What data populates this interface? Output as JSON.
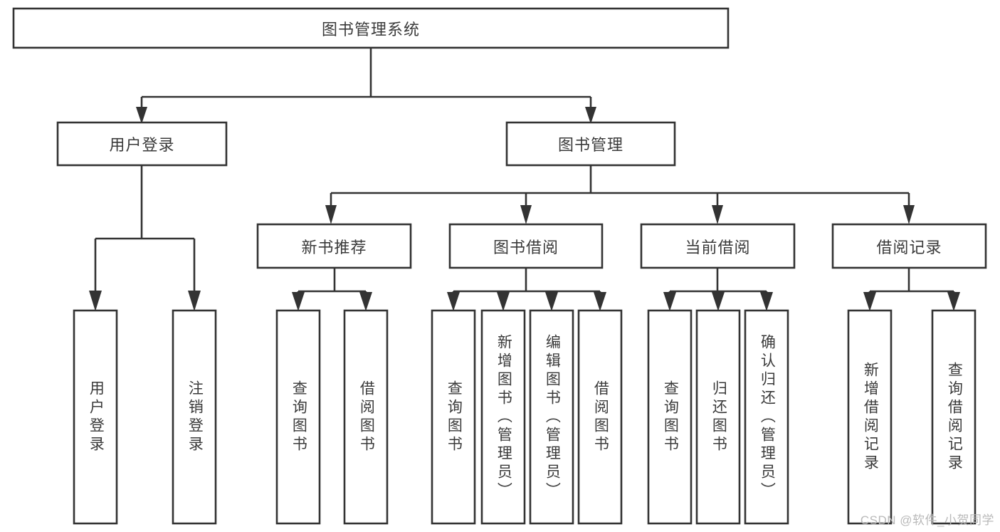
{
  "diagram": {
    "type": "hierarchy-tree",
    "orientation": "top-down",
    "colors": {
      "stroke": "#333333",
      "box_fill": "#ffffff",
      "text": "#3a3a3a",
      "background": "#ffffff",
      "watermark": "#b9b9b9"
    },
    "root": {
      "label": "图书管理系统"
    },
    "level2": [
      {
        "label": "用户登录"
      },
      {
        "label": "图书管理"
      }
    ],
    "level3": [
      {
        "label": "新书推荐"
      },
      {
        "label": "图书借阅"
      },
      {
        "label": "当前借阅"
      },
      {
        "label": "借阅记录"
      }
    ],
    "leaves": {
      "user_login": [
        {
          "label": "用户登录"
        },
        {
          "label": "注销登录"
        }
      ],
      "new_book_recommend": [
        {
          "label": "查询图书"
        },
        {
          "label": "借阅图书"
        }
      ],
      "book_borrow": [
        {
          "label": "查询图书"
        },
        {
          "label": "新增图书（管理员）"
        },
        {
          "label": "编辑图书（管理员）"
        },
        {
          "label": "借阅图书"
        }
      ],
      "current_borrow": [
        {
          "label": "查询图书"
        },
        {
          "label": "归还图书"
        },
        {
          "label": "确认归还（管理员）"
        }
      ],
      "borrow_record": [
        {
          "label": "新增借阅记录"
        },
        {
          "label": "查询借阅记录"
        }
      ]
    }
  },
  "watermark": {
    "text": "CSDN @软件_小贺同学"
  }
}
